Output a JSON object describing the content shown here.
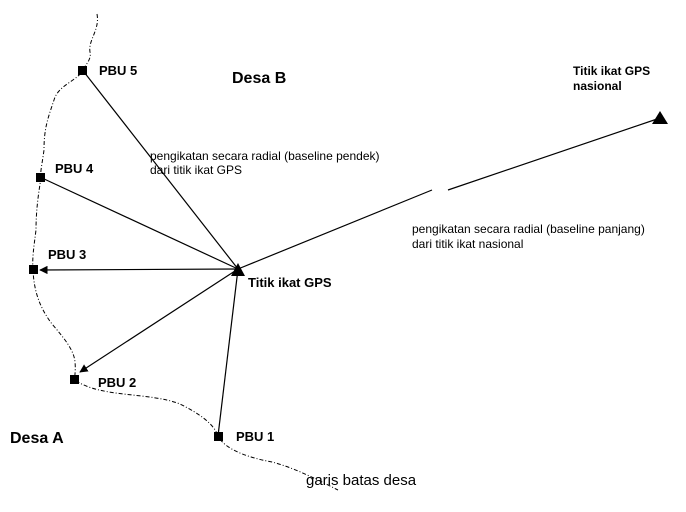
{
  "diagram": {
    "villages": {
      "a": "Desa A",
      "b": "Desa B"
    },
    "points": {
      "pbu1": "PBU 1",
      "pbu2": "PBU 2",
      "pbu3": "PBU 3",
      "pbu4": "PBU 4",
      "pbu5": "PBU 5"
    },
    "gps_point": "Titik ikat GPS",
    "national_point": {
      "line1": "Titik ikat GPS",
      "line2": "nasional"
    },
    "notes": {
      "short_line1": "pengikatan secara radial (baseline pendek)",
      "short_line2": "dari titik ikat GPS",
      "long_line1": "pengikatan secara radial (baseline panjang)",
      "long_line2": "dari titik ikat nasional"
    },
    "boundary_label": "garis batas desa"
  },
  "colors": {
    "ink": "#000000",
    "background": "#ffffff"
  }
}
